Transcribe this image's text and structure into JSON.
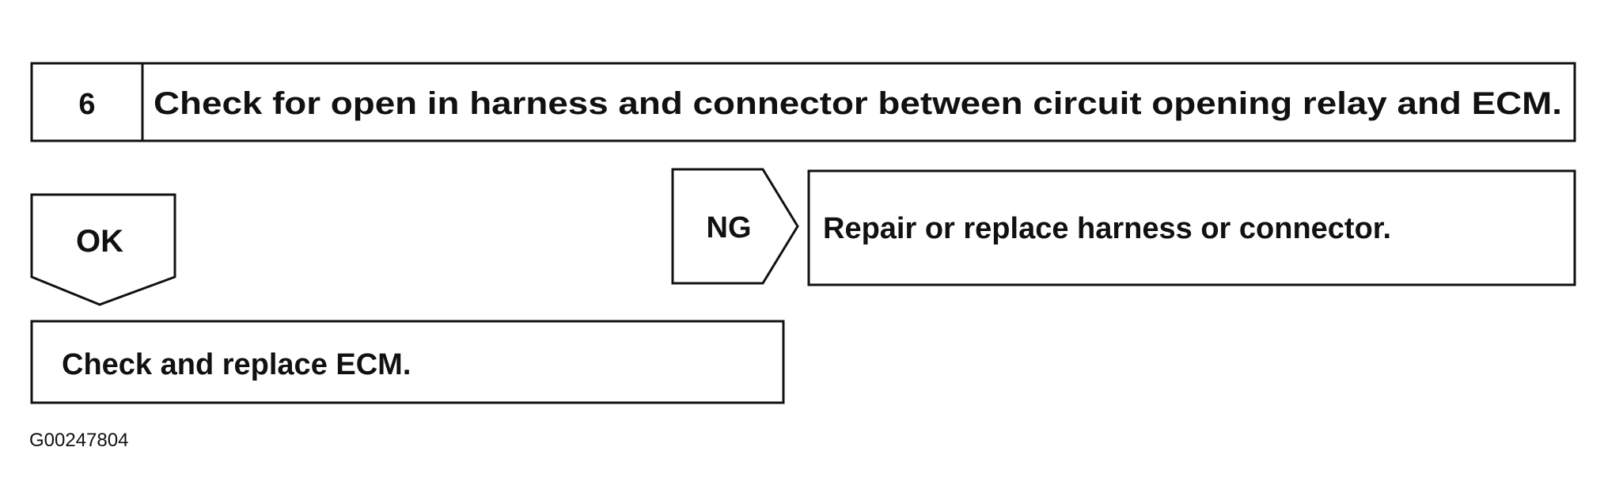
{
  "step": {
    "number": "6",
    "title": "Check for open in harness and connector between circuit opening relay and ECM."
  },
  "ok_branch": {
    "label": "OK",
    "action": "Check and replace ECM."
  },
  "ng_branch": {
    "label": "NG",
    "action": "Repair or replace harness or connector."
  },
  "figure_code": "G00247804"
}
